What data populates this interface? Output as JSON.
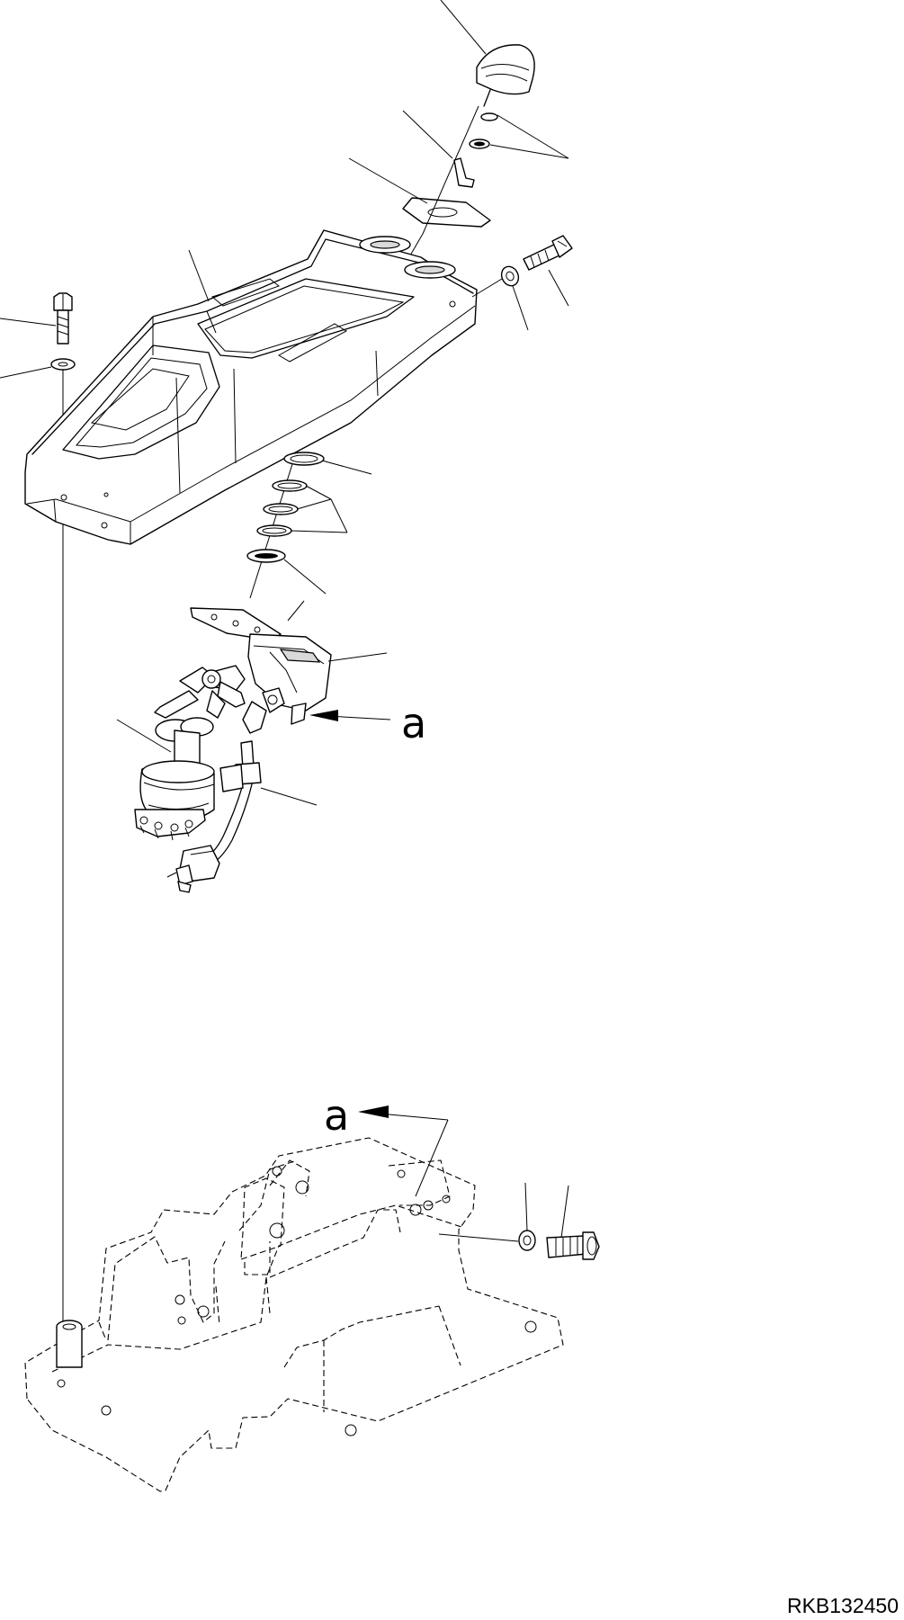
{
  "drawing": {
    "code": "RKB132450",
    "callout_letter_top": "a",
    "callout_letter_bottom": "a"
  }
}
